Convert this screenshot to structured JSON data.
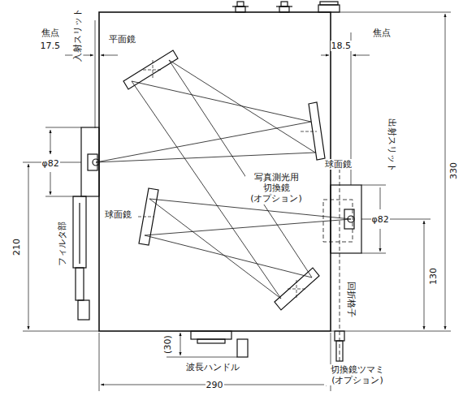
{
  "diagram": {
    "labels": [
      "入射スリット",
      "焦点",
      "17.5",
      "平面鏡",
      "焦点",
      "18.5",
      "出射スリット",
      "球面鏡",
      "写真測光用 切換鏡 (オプション)",
      "φ82",
      "φ82",
      "球面鏡",
      "フィルタ部",
      "回折格子",
      "330",
      "210",
      "130",
      "(30)",
      "波長ハンドル",
      "290",
      "切換鏡ツマミ (オプション)"
    ]
  }
}
